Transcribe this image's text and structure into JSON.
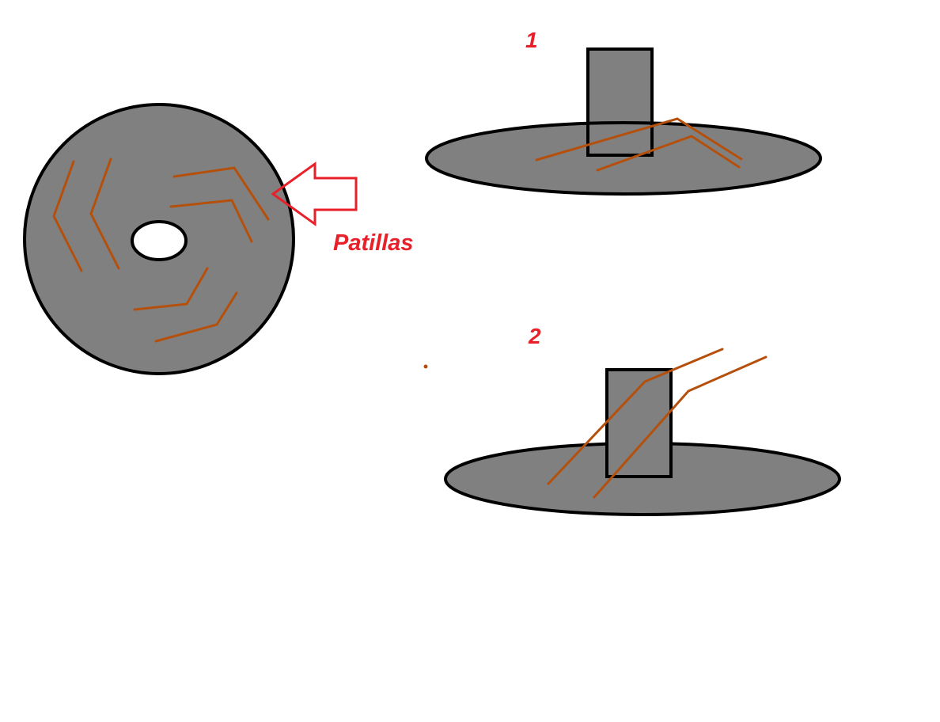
{
  "labels": {
    "callout": "Patillas",
    "view_1": "1",
    "view_2": "2"
  },
  "colors": {
    "disc_fill": "#808080",
    "outline": "#000000",
    "pin": "#b5500c",
    "annotation": "#e8202a",
    "background": "#ffffff"
  },
  "pins": {
    "top_view_count": 6,
    "view_1_count": 2,
    "view_2_count": 2
  }
}
